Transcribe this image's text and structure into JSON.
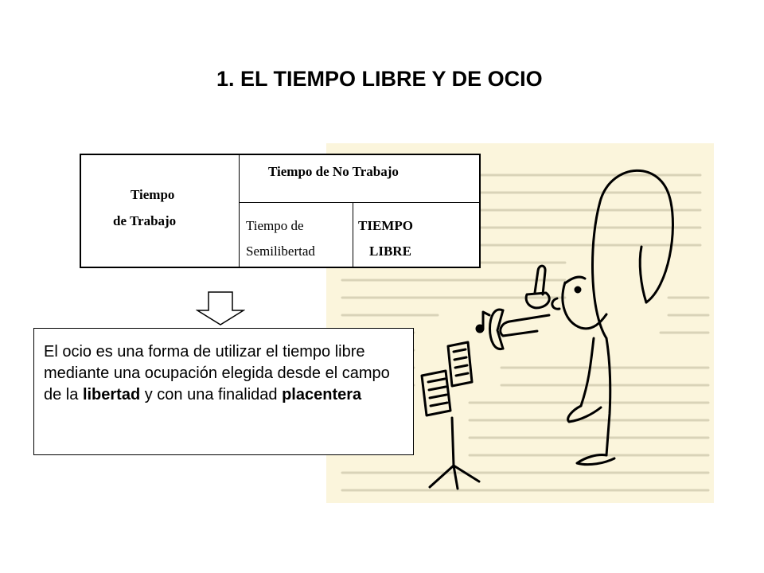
{
  "title": "1. EL TIEMPO LIBRE Y DE OCIO",
  "table": {
    "trabajo_line1": "Tiempo",
    "trabajo_line2": "de Trabajo",
    "no_trabajo": "Tiempo de No Trabajo",
    "semi_line1": "Tiempo de",
    "semi_line2": "Semilibertad",
    "libre_line1": "TIEMPO",
    "libre_line2": "LIBRE"
  },
  "definition": {
    "text_1": "El ocio es una forma de utilizar el tiempo libre mediante una ocupación elegida desde el campo de la ",
    "bold_1": "libertad",
    "text_2": " y con una finalidad ",
    "bold_2": "placentera"
  },
  "colors": {
    "illustration_background": "#fbf5dc",
    "ink": "#000000"
  },
  "icons": {
    "arrow": "down-arrow-icon",
    "illustration": "trumpet-player-illustration"
  }
}
